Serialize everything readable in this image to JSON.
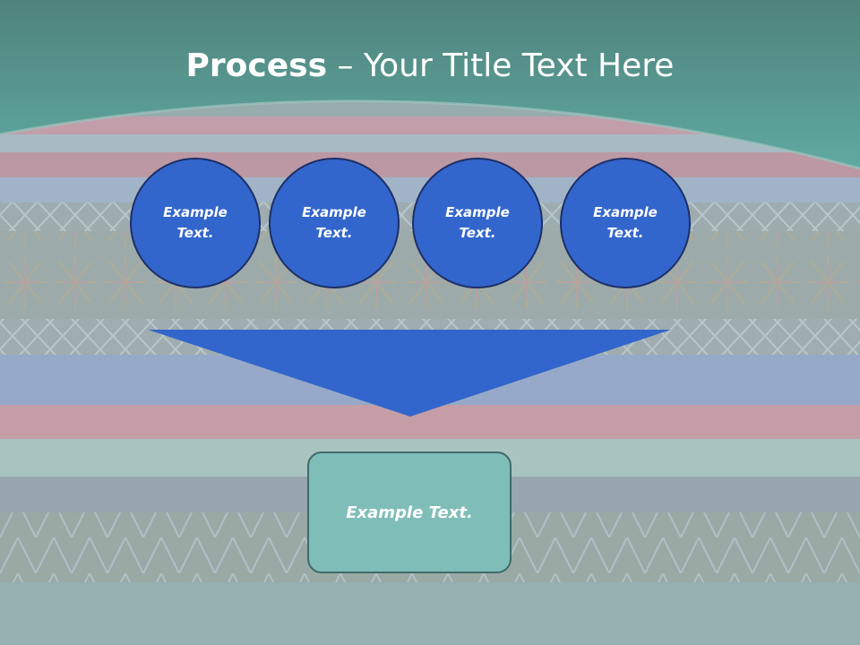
{
  "title": {
    "bold": "Process",
    "rest": " – Your Title Text Here"
  },
  "process_circles": [
    {
      "label": "Example Text."
    },
    {
      "label": "Example Text."
    },
    {
      "label": "Example Text."
    },
    {
      "label": "Example Text."
    }
  ],
  "result_box": {
    "label": "Example Text."
  },
  "colors": {
    "header": "#4f9891",
    "circle_fill": "#3366cc",
    "box_fill": "#7fbdb8"
  }
}
